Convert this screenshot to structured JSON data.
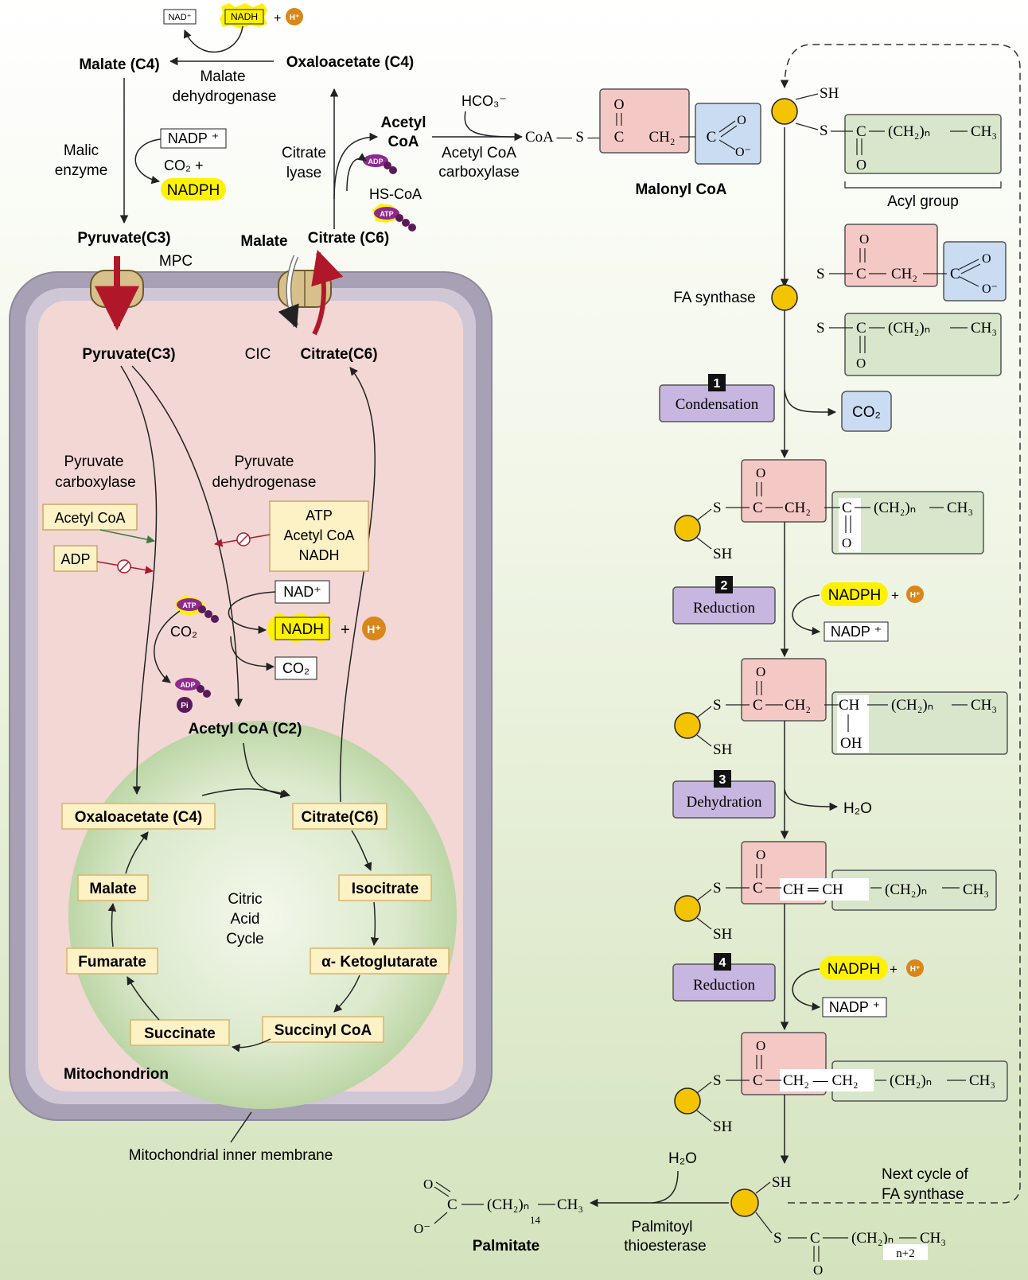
{
  "top": {
    "nad_plus": "NAD⁺",
    "nadh": "NADH",
    "plus": "+",
    "h_plus": "H⁺",
    "malate_c4": "Malate (C4)",
    "oxaloacetate_c4": "Oxaloacetate (C4)",
    "malate_dehydrogenase_1": "Malate",
    "malate_dehydrogenase_2": "dehydrogenase",
    "malic_enzyme_1": "Malic",
    "malic_enzyme_2": "enzyme",
    "nadp_plus": "NADP ⁺",
    "co2_plus": "CO₂ +",
    "nadph": "NADPH",
    "pyruvate_c3": "Pyruvate(C3)",
    "mpc": "MPC",
    "malate": "Malate",
    "citrate_c6": "Citrate (C6)",
    "citrate_lyase_1": "Citrate",
    "citrate_lyase_2": "lyase",
    "acetyl_coa_1": "Acetyl",
    "acetyl_coa_2": "CoA",
    "adp": "ADP",
    "atp": "ATP",
    "hs_coa": "HS-CoA",
    "hco3": "HCO₃⁻",
    "acc_1": "Acetyl CoA",
    "acc_2": "carboxylase",
    "coa_s": "CoA — S —",
    "malonyl_coa": "Malonyl CoA"
  },
  "mito": {
    "pyruvate_c3": "Pyruvate(C3)",
    "cic": "CIC",
    "citrate_c6": "Citrate(C6)",
    "pc_1": "Pyruvate",
    "pc_2": "carboxylase",
    "pdh_1": "Pyruvate",
    "pdh_2": "dehydrogenase",
    "acetyl_coa": "Acetyl CoA",
    "adp": "ADP",
    "inhib_1": "ATP",
    "inhib_2": "Acetyl CoA",
    "inhib_3": "NADH",
    "atp": "ATP",
    "co2": "CO₂",
    "adp_small": "ADP",
    "pi": "Pi",
    "nad_plus": "NAD⁺",
    "nadh": "NADH",
    "plus": "+",
    "h_plus": "H⁺",
    "co2_box": "CO₂",
    "acetyl_coa_c2": "Acetyl CoA (C2)",
    "oxaloacetate": "Oxaloacetate (C4)",
    "citrate": "Citrate(C6)",
    "malate": "Malate",
    "isocitrate": "Isocitrate",
    "cac_1": "Citric",
    "cac_2": "Acid",
    "cac_3": "Cycle",
    "fumarate": "Fumarate",
    "akg": "α- Ketoglutarate",
    "succinate": "Succinate",
    "succinyl_coa": "Succinyl CoA",
    "mitochondrion": "Mitochondrion",
    "membrane": "Mitochondrial inner membrane"
  },
  "fas": {
    "sh": "SH",
    "s": "S",
    "o": "O",
    "c": "C",
    "ch2": "CH₂",
    "ch2n": "(CH₂)ₙ",
    "ch3": "CH₃",
    "o_minus": "O⁻",
    "acyl_group": "Acyl group",
    "fa_synthase": "FA synthase",
    "co2": "CO₂",
    "h2o": "H₂O",
    "ch": "CH",
    "oh": "OH",
    "ch_double": "CH ═ CH",
    "ch2_ch2": "CH₂ — CH₂",
    "nadph": "NADPH",
    "plus": "+",
    "h_plus": "H⁺",
    "nadp_plus": "NADP ⁺",
    "steps": [
      {
        "num": "1",
        "label": "Condensation"
      },
      {
        "num": "2",
        "label": "Reduction"
      },
      {
        "num": "3",
        "label": "Dehydration"
      },
      {
        "num": "4",
        "label": "Reduction"
      }
    ],
    "next_cycle_1": "Next cycle of",
    "next_cycle_2": "FA synthase",
    "palmitoyl_1": "Palmitoyl",
    "palmitoyl_2": "thioesterase",
    "palmitate": "Palmitate",
    "sub14": "14",
    "np2": "n+2"
  },
  "colors": {
    "red_box": "#f4c9c5",
    "blue_box": "#c9dcf2",
    "green_box": "#d8e7cc",
    "yellow_box": "#fdf1c6",
    "step_box": "#c7b6df",
    "nadph_yellow": "#fff200",
    "synthase_dot": "#f5c400",
    "arrow_red": "#b0182a",
    "arrow_green": "#3a7a3a"
  }
}
